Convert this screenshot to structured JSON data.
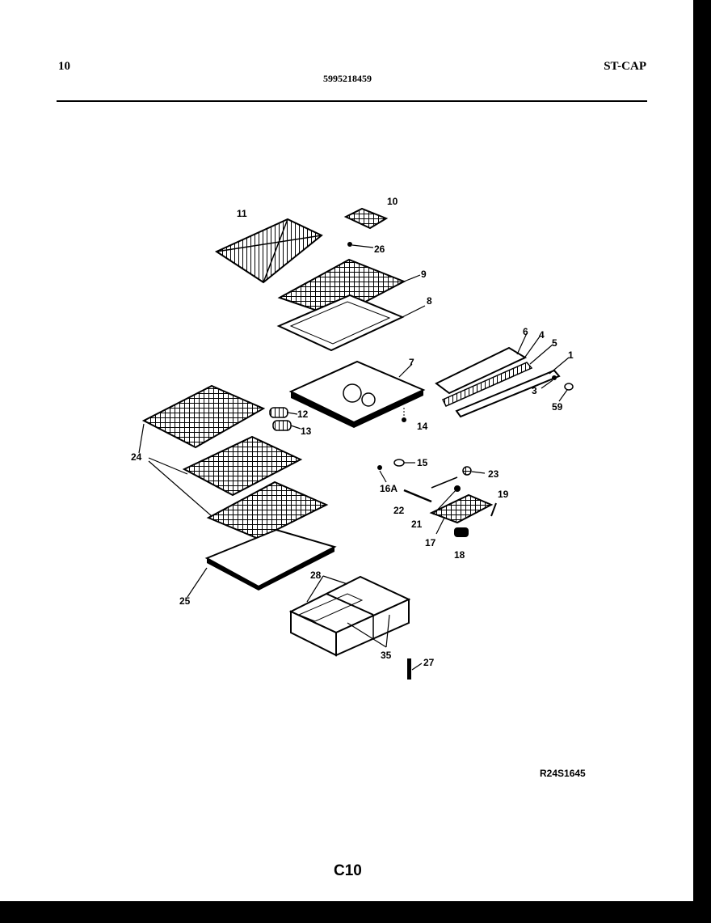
{
  "header": {
    "page_number": "10",
    "part_number": "5995218459",
    "model": "ST-CAP"
  },
  "footer": {
    "reference_code": "R24S1645",
    "page_code": "C10"
  },
  "callouts": {
    "c1": "1",
    "c3": "3",
    "c4": "4",
    "c5": "5",
    "c6": "6",
    "c7": "7",
    "c8": "8",
    "c9": "9",
    "c10": "10",
    "c11": "11",
    "c12": "12",
    "c13": "13",
    "c14": "14",
    "c15": "15",
    "c16a": "16A",
    "c17": "17",
    "c18": "18",
    "c19": "19",
    "c21": "21",
    "c22": "22",
    "c23": "23",
    "c24": "24",
    "c25": "25",
    "c26": "26",
    "c27": "27",
    "c28": "28",
    "c35": "35",
    "c59": "59"
  }
}
